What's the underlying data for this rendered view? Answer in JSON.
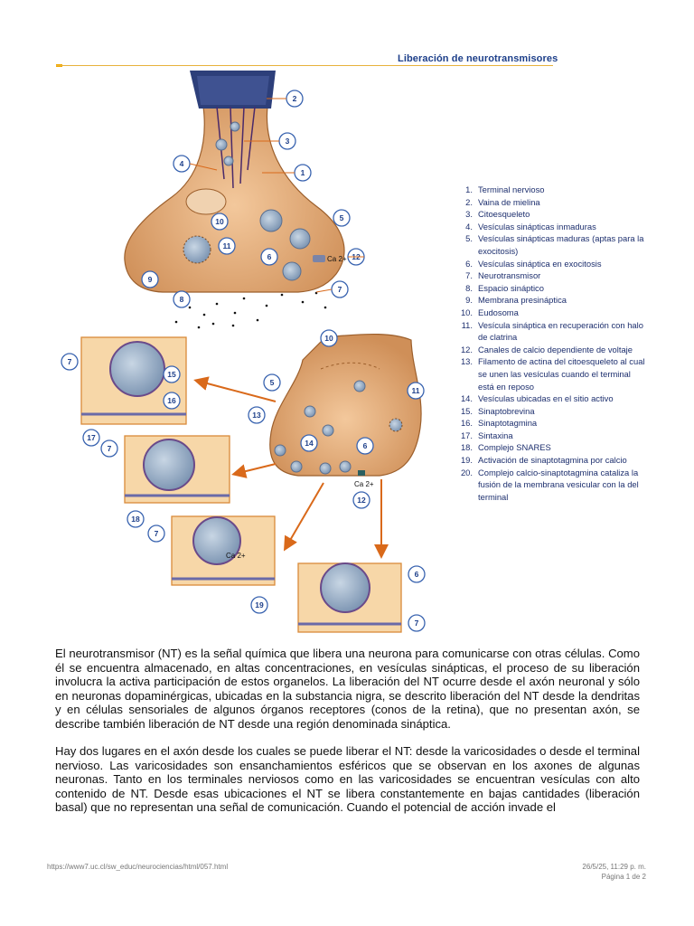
{
  "header": {
    "title": "Liberación de neurotransmisores"
  },
  "figure": {
    "ca_labels": [
      "Ca 2+",
      "Ca 2+",
      "Ca 2+"
    ],
    "callouts": [
      "2",
      "3",
      "4",
      "1",
      "10",
      "5",
      "11",
      "6",
      "12",
      "9",
      "8",
      "7",
      "10",
      "5",
      "11",
      "13",
      "14",
      "6",
      "12",
      "7",
      "15",
      "16",
      "17",
      "7",
      "18",
      "7",
      "19",
      "6",
      "7"
    ]
  },
  "legend": [
    {
      "num": "1.",
      "text": "Terminal nervioso"
    },
    {
      "num": "2.",
      "text": "Vaina de mielina"
    },
    {
      "num": "3.",
      "text": "Citoesqueleto"
    },
    {
      "num": "4.",
      "text": "Vesículas sinápticas inmaduras"
    },
    {
      "num": "5.",
      "text": "Vesículas sinápticas maduras (aptas para la exocitosis)"
    },
    {
      "num": "6.",
      "text": "Vesículas sináptica en exocitosis"
    },
    {
      "num": "7.",
      "text": "Neurotransmisor"
    },
    {
      "num": "8.",
      "text": "Espacio sináptico"
    },
    {
      "num": "9.",
      "text": "Membrana presináptica"
    },
    {
      "num": "10.",
      "text": "Eudosoma"
    },
    {
      "num": "11.",
      "text": "Vesícula sináptica en recuperación con halo de clatrina"
    },
    {
      "num": "12.",
      "text": "Canales de calcio dependiente de voltaje"
    },
    {
      "num": "13.",
      "text": "Filamento de actina del citoesqueleto al cual se unen las vesículas cuando el terminal está en reposo"
    },
    {
      "num": "14.",
      "text": "Vesículas ubicadas en el sitio activo"
    },
    {
      "num": "15.",
      "text": "Sinaptobrevina"
    },
    {
      "num": "16.",
      "text": "Sinaptotagmina"
    },
    {
      "num": "17.",
      "text": "Sintaxina"
    },
    {
      "num": "18.",
      "text": "Complejo SNARES"
    },
    {
      "num": "19.",
      "text": "Activación de sinaptotagmina por calcio"
    },
    {
      "num": "20.",
      "text": "Complejo calcio-sinaptotagmina cataliza la fusión de la membrana vesicular con la del terminal"
    }
  ],
  "body": {
    "p1": "El neurotransmisor (NT) es la señal química que libera una neurona para comunicarse con otras células. Como él se encuentra almacenado, en altas concentraciones, en vesículas sinápticas, el proceso de su liberación involucra la activa participación de estos organelos. La liberación del NT ocurre desde el axón neuronal y sólo en neuronas dopaminérgicas, ubicadas en la substancia nigra, se descrito liberación del NT desde la dendritas y en células sensoriales de algunos órganos receptores (conos de la retina), que no presentan axón, se describe también liberación de NT desde una región denominada sináptica.",
    "p2": "Hay dos lugares en el axón desde los cuales se puede liberar el NT: desde la varicosidades o desde el terminal nervioso. Las varicosidades son ensanchamientos esféricos que se observan en los axones de algunas neuronas. Tanto en los terminales nerviosos como en las varicosidades se encuentran vesículas con alto contenido de NT. Desde esas ubicaciones el NT se libera constantemente en bajas cantidades (liberación basal) que no representan una señal de comunicación. Cuando el potencial de acción invade el"
  },
  "footer": {
    "url": "https://www7.uc.cl/sw_educ/neurociencias/html/057.html",
    "date": "26/5/25, 11:29 p. m.",
    "page": "Página 1 de 2"
  },
  "colors": {
    "terminal": "#e8b07e",
    "terminal_dark": "#c98a52",
    "myelin": "#2d3f7a",
    "vesicle": "#9fb3c9",
    "arrow": "#d9691a",
    "callout": "#3a64b0"
  }
}
